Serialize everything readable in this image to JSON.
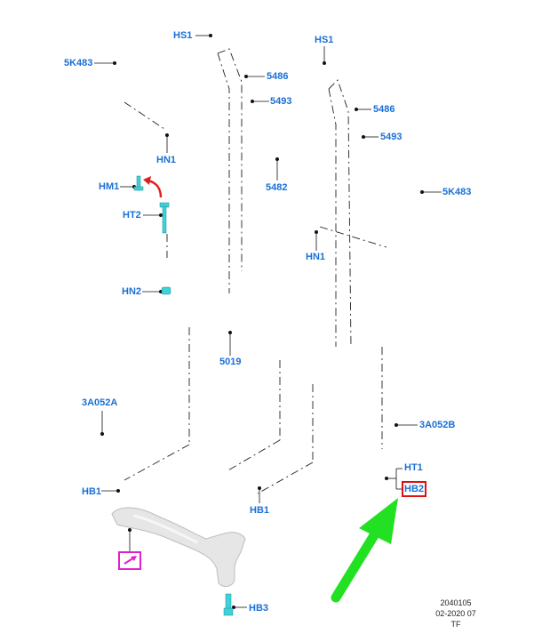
{
  "labels": {
    "hs1_left": "HS1",
    "hs1_right": "HS1",
    "k483_left": "5K483",
    "k483_right": "5K483",
    "p5486_left": "5486",
    "p5486_right": "5486",
    "p5493_left": "5493",
    "p5493_right": "5493",
    "hn1_left": "HN1",
    "hn1_right": "HN1",
    "hm1": "HM1",
    "p5482": "5482",
    "ht2": "HT2",
    "hn2": "HN2",
    "p5019": "5019",
    "a052a": "3A052A",
    "a052b": "3A052B",
    "ht1": "HT1",
    "hb2": "HB2",
    "hb1_left": "HB1",
    "hb1_center": "HB1",
    "hb3": "HB3"
  },
  "stamp": {
    "line1": "2040105",
    "line2": "02-2020 07",
    "line3": "TF"
  },
  "colors": {
    "callout_text": "#1a6fd6",
    "highlight_box": "#e01010",
    "magenta_marker": "#e020d0",
    "green_arrow": "#22e022",
    "red_curve_arrow": "#e02020",
    "fastener_cyan": "#3fd0d8"
  }
}
